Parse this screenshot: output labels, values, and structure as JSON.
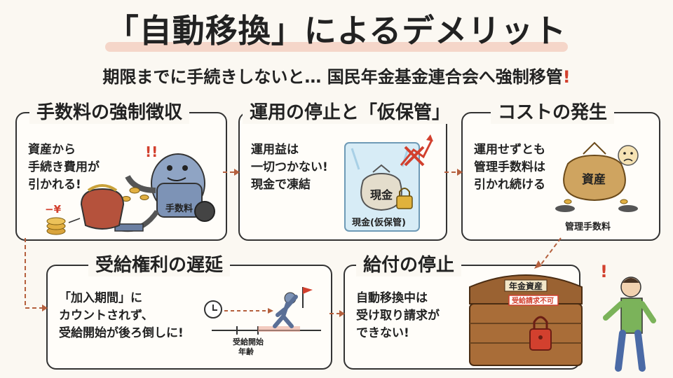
{
  "title": "「自動移換」によるデメリット",
  "subtitle": {
    "text": "期限までに手続きしないと… 国民年金基金連合会へ強制移管",
    "mark": "!"
  },
  "boxes": [
    {
      "title": "手数料の強制徴収",
      "body": "資産から\n手続き費用が\n引かれる!",
      "labels": {
        "fee": "−¥",
        "vacuum": "手数料",
        "alert": "!!"
      }
    },
    {
      "title": "運用の停止と「仮保管」",
      "body": "運用益は\n一切つかない!\n現金で凍結",
      "labels": {
        "bag": "現金",
        "caption": "現金(仮保管)"
      }
    },
    {
      "title": "コストの発生",
      "body": "運用せずとも\n管理手数料は\n引かれ続ける",
      "labels": {
        "bag": "資産",
        "caption": "管理手数料"
      }
    },
    {
      "title": "受給権利の遅延",
      "body": "「加入期間」に\nカウントされず、\n受給開始が後ろ倒しに!",
      "labels": {
        "axis": "受給開始\n年齢"
      }
    },
    {
      "title": "給付の停止",
      "body": "自動移換中は\n受け取り請求が\nできない!",
      "labels": {
        "chest": "年金資産",
        "stamp": "受給請求不可",
        "alert": "!"
      }
    }
  ],
  "colors": {
    "accent": "#d2402e",
    "arrow": "#b5603e",
    "highlight": "#f0b9a6"
  }
}
